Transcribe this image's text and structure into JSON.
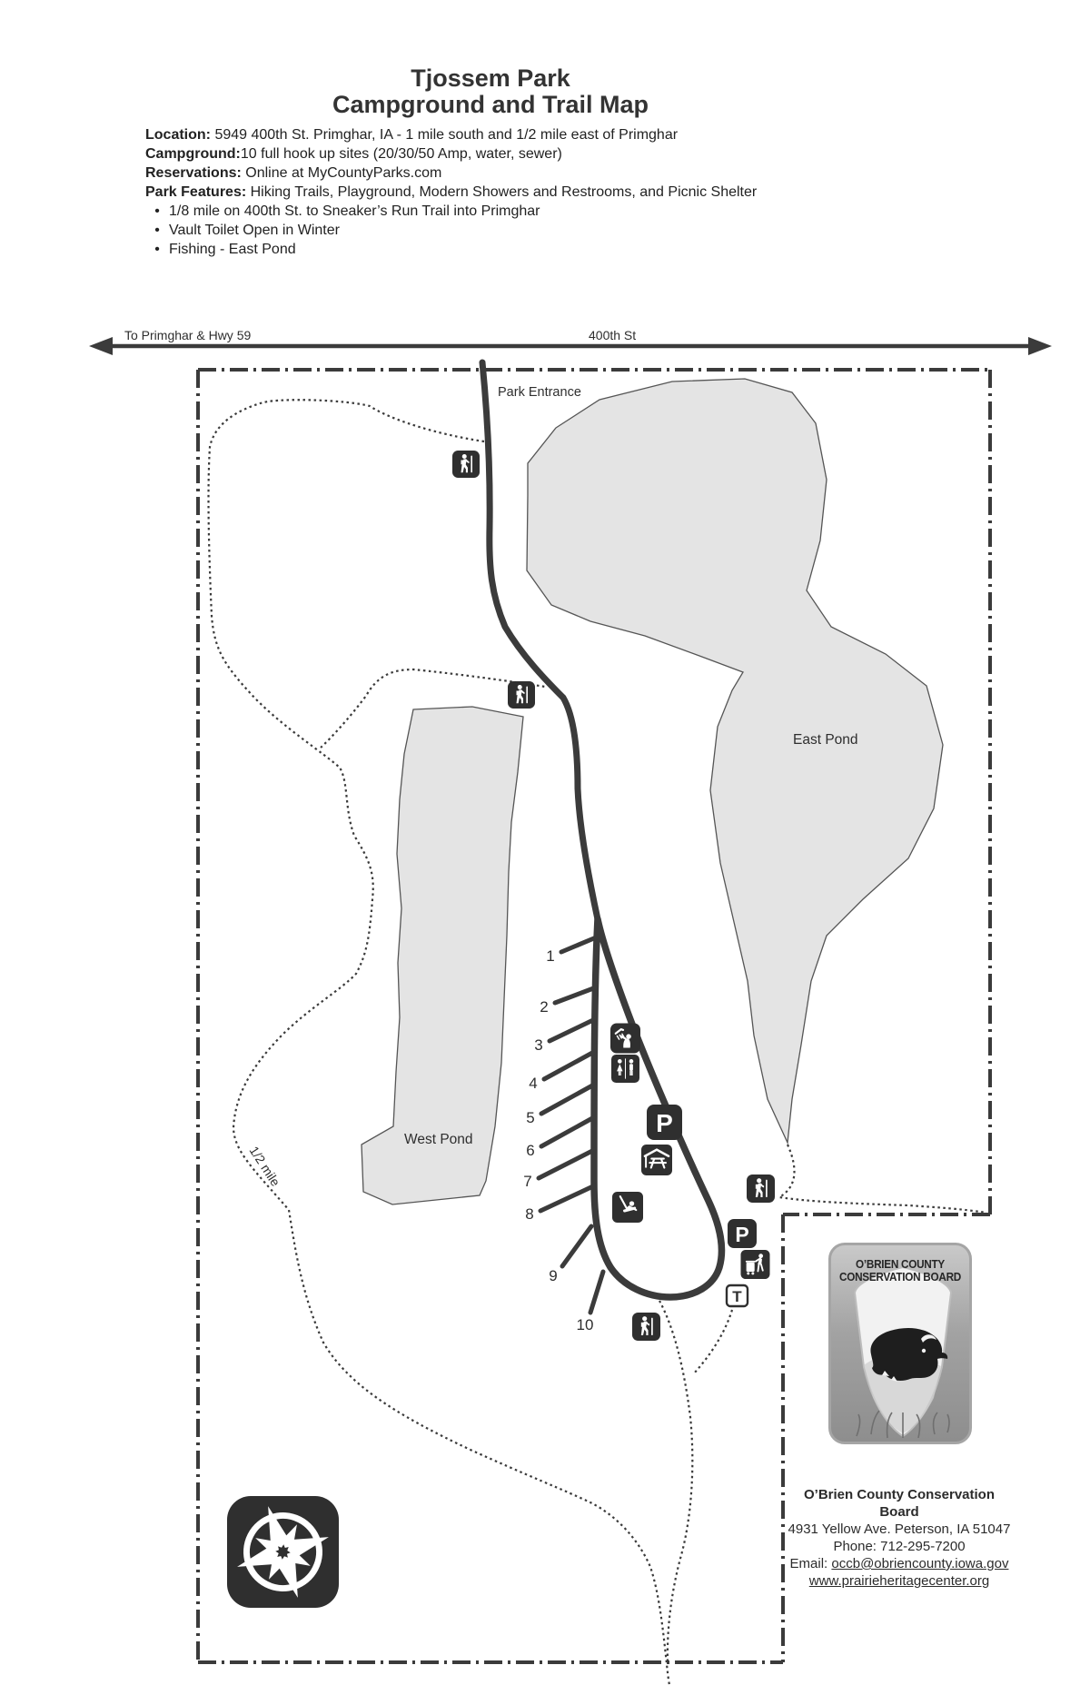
{
  "title": {
    "line1": "Tjossem Park",
    "line2": "Campground and Trail Map"
  },
  "info": {
    "lines": [
      {
        "label": "Location:",
        "text": " 5949 400th St. Primghar, IA - 1 mile south and 1/2 mile east of Primghar"
      },
      {
        "label": "Campground:",
        "text": "10 full hook up sites (20/30/50 Amp, water, sewer)"
      },
      {
        "label": "Reservations:",
        "text": " Online at MyCountyParks.com"
      },
      {
        "label": "Park Features:",
        "text": " Hiking Trails, Playground, Modern Showers and Restrooms, and Picnic Shelter"
      }
    ],
    "bullet_glyph": "•",
    "bullets": [
      "1/8 mile on 400th St. to Sneaker’s Run Trail into Primghar",
      "Vault Toilet Open in Winter",
      "Fishing - East Pond"
    ]
  },
  "road": {
    "left_label": "To Primghar & Hwy 59",
    "street_label": "400th St"
  },
  "map": {
    "park_entrance": "Park Entrance",
    "east_pond": "East Pond",
    "west_pond": "West Pond",
    "half_mile": "1/2 mile",
    "site_labels": [
      "1",
      "2",
      "3",
      "4",
      "5",
      "6",
      "7",
      "8",
      "9",
      "10"
    ]
  },
  "icons": {
    "parking_letter": "P",
    "trailhead_letter": "T",
    "hiker": "hiker-trail-marker",
    "shower": "shower-house",
    "restroom": "restrooms",
    "picnic_shelter": "picnic-shelter",
    "playground": "playground-swing",
    "trash": "trash-disposal",
    "compass": "compass-rose"
  },
  "logo": {
    "line1": "O’BRIEN COUNTY",
    "line2": "CONSERVATION BOARD"
  },
  "contact": {
    "name_line1": "O’Brien County Conservation",
    "name_line2": "Board",
    "address": "4931 Yellow Ave. Peterson, IA 51047",
    "phone": "Phone: 712-295-7200",
    "email_label": "Email: ",
    "email": "occb@obriencounty.iowa.gov",
    "website": "www.prairieheritagecenter.org"
  },
  "colors": {
    "ink": "#3b3b3b",
    "pond_fill": "#e4e4e4",
    "pond_stroke": "#555555",
    "icon_bg": "#2f2f2f"
  }
}
